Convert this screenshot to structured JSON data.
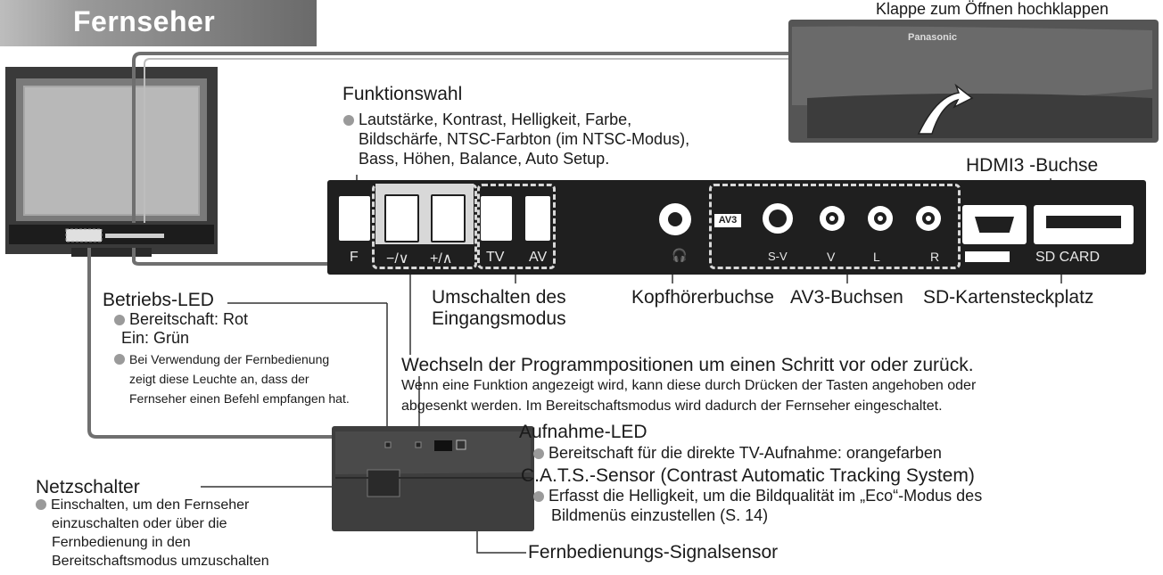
{
  "title": "Fernseher",
  "flap_caption": "Klappe zum Öffnen hochklappen",
  "brand": "Panasonic",
  "funktionswahl": {
    "heading": "Funktionswahl",
    "lines": [
      "Lautstärke, Kontrast, Helligkeit, Farbe,",
      "Bildschärfe, NTSC-Farbton (im NTSC-Modus),",
      "Bass, Höhen, Balance, Auto Setup."
    ]
  },
  "hdmi_label": "HDMI3 -Buchse",
  "panel_labels": {
    "f": "F",
    "minus": "−/∨",
    "plus": "+/∧",
    "tv": "TV",
    "av": "AV",
    "av3": "AV3",
    "sv": "S-V",
    "v": "V",
    "l": "L",
    "r": "R",
    "sd": "SD CARD"
  },
  "callouts": {
    "umschalten": [
      "Umschalten des",
      "Eingangsmodus"
    ],
    "kopfhoerer": "Kopfhörerbuchse",
    "av3_buchsen": "AV3-Buchsen",
    "sd_platz": "SD-Kartensteckplatz"
  },
  "betriebs_led": {
    "heading": "Betriebs-LED",
    "line1": "Bereitschaft: Rot",
    "line2": "Ein: Grün",
    "remote_lines": [
      "Bei Verwendung der Fernbedienung",
      "zeigt diese Leuchte an, dass der",
      "Fernseher einen Befehl empfangen hat."
    ]
  },
  "programm": {
    "heading": "Wechseln der Programmpositionen um einen Schritt vor oder zurück.",
    "line1": "Wenn eine Funktion angezeigt wird, kann diese durch Drücken der Tasten angehoben oder",
    "line2": "abgesenkt werden. Im Bereitschaftsmodus wird dadurch der Fernseher eingeschaltet."
  },
  "aufnahme_led": {
    "heading": "Aufnahme-LED",
    "line": "Bereitschaft für die direkte TV-Aufnahme: orangefarben"
  },
  "cats": {
    "heading": "C.A.T.S.-Sensor (Contrast Automatic Tracking System)",
    "line1": "Erfasst die Helligkeit, um die Bildqualität im „Eco“-Modus des",
    "line2": "Bildmenüs einzustellen (S. 14)"
  },
  "netzschalter": {
    "heading": "Netzschalter",
    "lines": [
      "Einschalten, um den Fernseher",
      "einzuschalten oder über die",
      "Fernbedienung in den",
      "Bereitschaftsmodus umzuschalten"
    ]
  },
  "fernbedienung_sensor": "Fernbedienungs-Signalsensor"
}
